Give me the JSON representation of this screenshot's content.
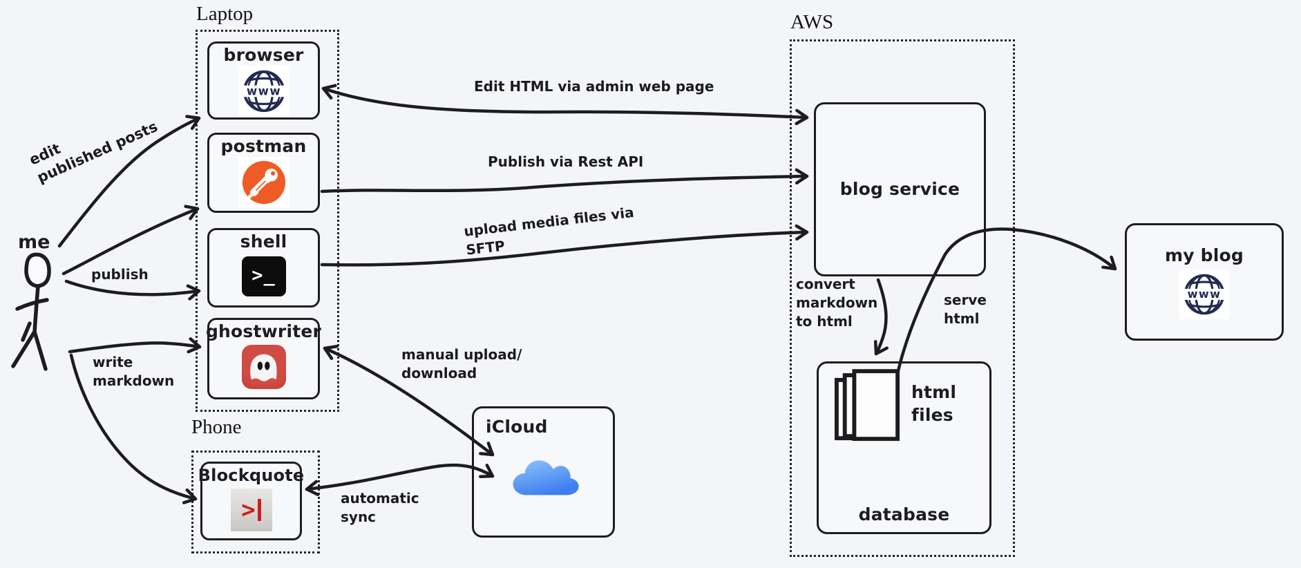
{
  "colors": {
    "bg": "#f4f5f8",
    "ink": "#1d1d1f",
    "postman": "#ef5b25",
    "ghost_red_1": "#d14b45",
    "ghost_red_2": "#a92a24",
    "bq_red": "#c9201d",
    "bq_bg_1": "#e9e7e4",
    "bq_bg_2": "#c9c7c3",
    "cloud_1": "#8ec5fb",
    "cloud_2": "#3e7ef0",
    "navy": "#232a52"
  },
  "actor": {
    "label": "me"
  },
  "groups": {
    "laptop": "Laptop",
    "phone": "Phone",
    "aws": "AWS"
  },
  "nodes": {
    "browser": "browser",
    "postman": "postman",
    "shell": "shell",
    "ghostwriter": "ghostwriter",
    "blockquote": "Blockquote",
    "icloud": "iCloud",
    "blog_service": "blog service",
    "html_files": "html\nfiles",
    "database": "database",
    "my_blog": "my blog"
  },
  "edges": {
    "edit_posts": "edit\npublished posts",
    "publish": "publish",
    "write_markdown": "write\nmarkdown",
    "edit_html": "Edit HTML via admin web page",
    "rest_api": "Publish via Rest API",
    "sftp": "upload media files via SFTP",
    "manual": "manual upload/\ndownload",
    "auto_sync": "automatic\nsync",
    "convert": "convert\nmarkdown\nto html",
    "serve": "serve\nhtml"
  },
  "icons": {
    "globe_text": "www",
    "shell_glyph": ">_",
    "blockquote_glyph": ">"
  }
}
